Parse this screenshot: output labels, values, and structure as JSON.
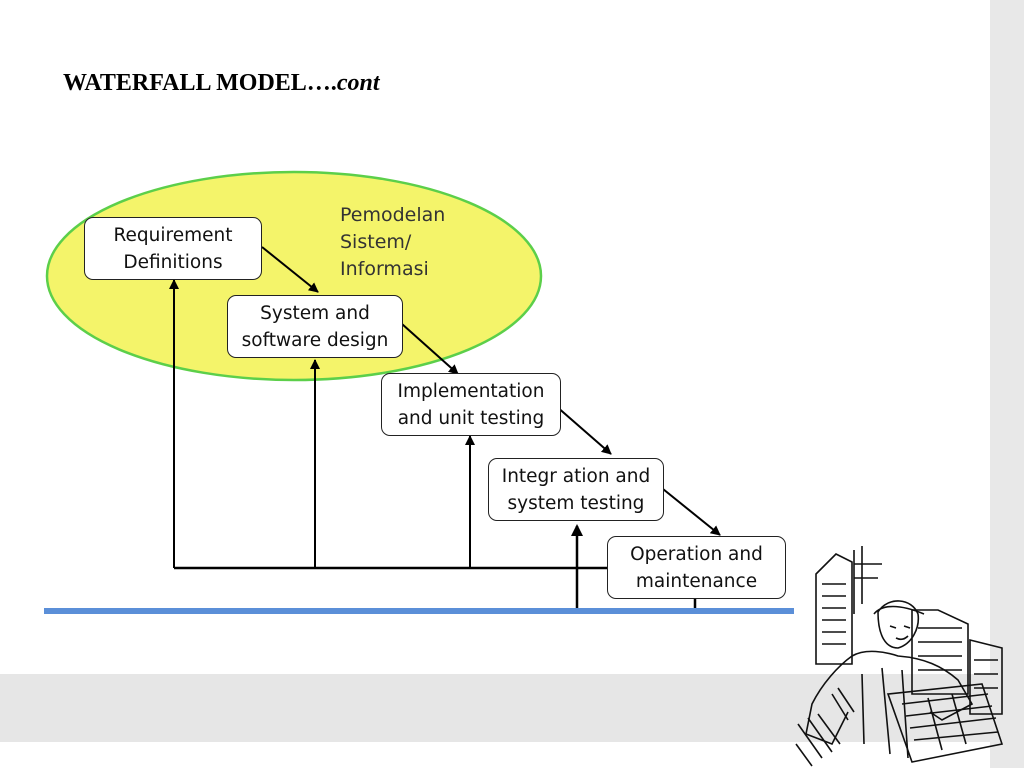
{
  "slide": {
    "title_main": "WATERFALL MODEL….",
    "title_suffix": "cont"
  },
  "diagram": {
    "ellipse_label": "Pemodelan\n  Sistem/\n Informasi",
    "colors": {
      "ellipse_fill": "#f4f46a",
      "ellipse_stroke": "#5ccf4a",
      "bar": "#5b8fd8"
    },
    "boxes": [
      {
        "label": "Requirement\nDefinitions"
      },
      {
        "label": "System and\nsoftware design"
      },
      {
        "label": "Implementation\nand unit testing"
      },
      {
        "label": "Integr ation and\nsystem testing"
      },
      {
        "label": "Operation and\nmaintenance"
      }
    ]
  },
  "clipart": {
    "icon": "construction-worker-sketch"
  }
}
